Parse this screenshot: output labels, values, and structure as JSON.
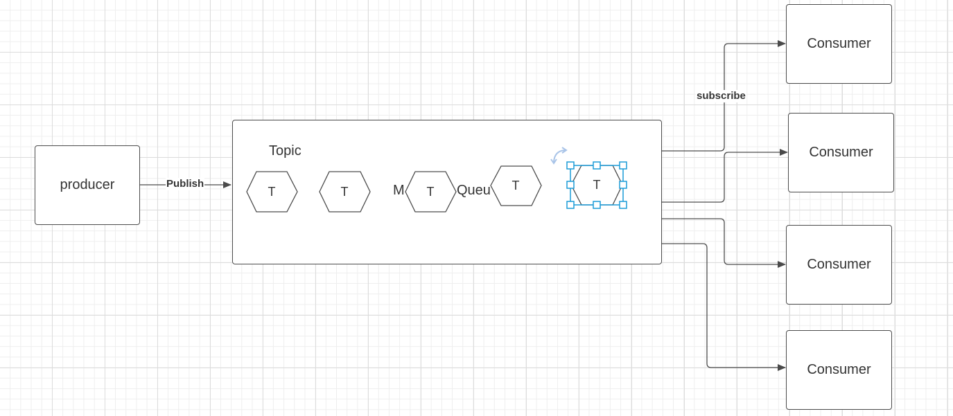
{
  "producer": {
    "label": "producer"
  },
  "edges": {
    "publish_label": "Publish",
    "subscribe_label": "subscribe"
  },
  "container": {
    "title": "Topic",
    "partial_text_1": "M",
    "partial_text_2": "Queu"
  },
  "topic_nodes": [
    {
      "label": "T"
    },
    {
      "label": "T"
    },
    {
      "label": "T"
    },
    {
      "label": "T"
    },
    {
      "label": "T",
      "selected": true
    }
  ],
  "consumers": [
    {
      "label": "Consumer"
    },
    {
      "label": "Consumer"
    },
    {
      "label": "Consumer"
    },
    {
      "label": "Consumer"
    }
  ],
  "colors": {
    "stroke": "#4a4a4a",
    "selection": "#1a9bd7",
    "grid": "#dcdcdc"
  },
  "icons": {
    "rotate": "rotate-handle-icon"
  }
}
